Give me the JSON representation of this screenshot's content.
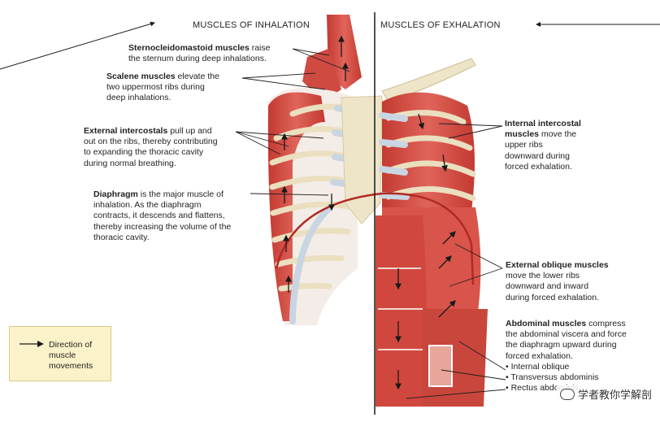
{
  "headings": {
    "inhalation": "MUSCLES OF INHALATION",
    "exhalation": "MUSCLES OF EXHALATION"
  },
  "labels": {
    "scm": {
      "name": "Sternocleidomastoid muscles",
      "line1": " raise",
      "line2": "the sternum during deep inhalations."
    },
    "scalene": {
      "name": "Scalene muscles",
      "line1": " elevate the",
      "line2": "two uppermost ribs during",
      "line3": "deep inhalations."
    },
    "ext_intercostals": {
      "name": "External intercostals",
      "line1": " pull up and",
      "line2": "out on the ribs, thereby contributing",
      "line3": "to expanding the thoracic cavity",
      "line4": "during normal breathing."
    },
    "diaphragm": {
      "name": "Diaphragm",
      "line1": " is the major muscle of",
      "line2": "inhalation. As the diaphragm",
      "line3": "contracts, it descends and flattens,",
      "line4": "thereby increasing the volume of the",
      "line5": "thoracic cavity."
    },
    "int_intercostals": {
      "name": "Internal intercostal",
      "line2a": "muscles",
      "line2b": " move the",
      "line3": "upper ribs",
      "line4": "downward during",
      "line5": "forced exhalation."
    },
    "ext_oblique": {
      "name": "External oblique muscles",
      "line2": "move the lower ribs",
      "line3": "downward and inward",
      "line4": "during forced exhalation."
    },
    "abdominal": {
      "name": "Abdominal muscles",
      "line1": " compress",
      "line2": "the abdominal viscera and force",
      "line3": "the diaphragm upward during",
      "line4": "forced exhalation.",
      "item1": "• Internal oblique",
      "item2": "• Transversus abdominis",
      "item3": "• Rectus abdominis"
    }
  },
  "legend": {
    "text": "Direction of muscle movements",
    "icon": "arrow-right-icon"
  },
  "watermark": {
    "text": "学者教你学解剖",
    "icon": "wechat-icon"
  },
  "colors": {
    "muscle": "#d9544a",
    "muscle_dark": "#b8342d",
    "cartilage": "#c9d5e2",
    "bone": "#eee4c8",
    "diaphragm": "#b02a26",
    "legend_bg": "#fbf2c9"
  }
}
